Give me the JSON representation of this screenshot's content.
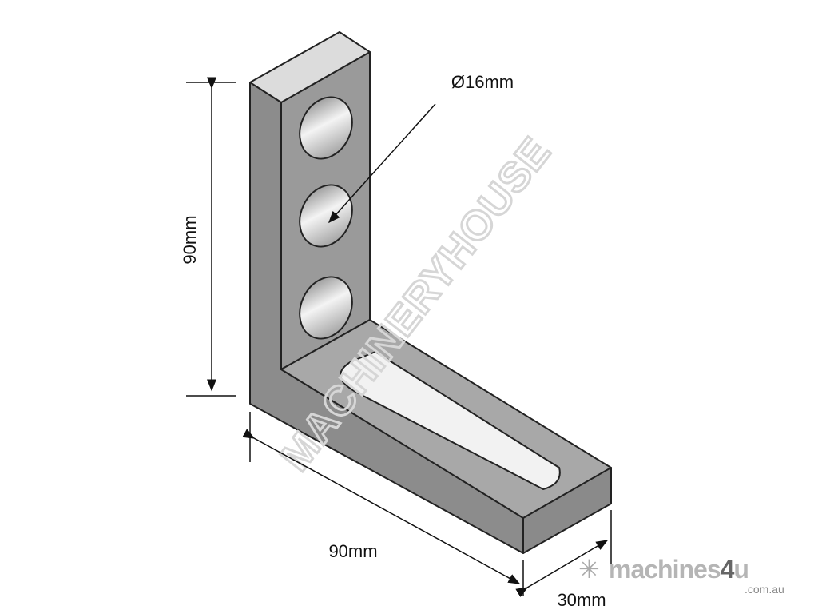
{
  "dimensions": {
    "height_label": "90mm",
    "length_label": "90mm",
    "width_label": "30mm",
    "hole_label": "Ø16mm"
  },
  "watermark": "MACHINERYHOUSE",
  "logo": {
    "name": "machines",
    "accent": "4",
    "suffix": "u",
    "domain": ".com.au"
  },
  "colors": {
    "side_face": "#8c8c8c",
    "front_face": "#9a9a9a",
    "top_face": "#dcdcdc",
    "line": "#111111"
  }
}
